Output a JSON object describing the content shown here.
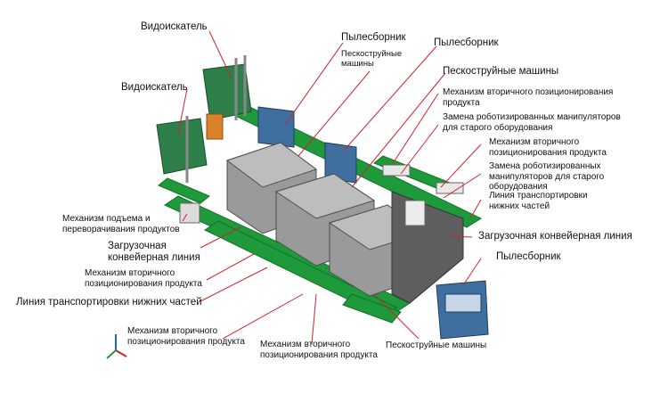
{
  "diagram": {
    "labels": {
      "video_top": "Видоискатель",
      "video_left": "Видоискатель",
      "dust_top_center": "Пылесборник",
      "dust_top_right": "Пылесборник",
      "dust_right": "Пылесборник",
      "sandblast_small": "Пескоструйные\nмашины",
      "sandblast_right": "Пескоструйные машины",
      "secondary_pos_1": "Механизм вторичного позиционирования\nпродукта",
      "robot_replace_1": "Замена роботизированных манипуляторов\nдля старого оборудования",
      "secondary_pos_2": "Механизм вторичного\nпозиционирования продукта",
      "robot_replace_2": "Замена роботизированных\nманипуляторов для старого\nоборудования",
      "bottom_transport_right": "Линия транспортировки\nнижних частей",
      "loading_conveyor_right": "Загрузочная конвейерная линия",
      "lift_flip": "Механизм подъема и\nпереворачивания продуктов",
      "loading_conveyor_left": "Загрузочная\nконвейерная линия",
      "secondary_pos_left": "Механизм вторичного\nпозиционирования продукта",
      "bottom_transport_left": "Линия транспортировки нижних частей",
      "secondary_pos_bottom_left": "Механизм вторичного\nпозиционирования продукта",
      "secondary_pos_bottom_center": "Механизм вторичного\nпозиционирования продукта",
      "sandblast_bottom": "Пескоструйные машины"
    },
    "colors": {
      "conveyor": "#1f9a3a",
      "conveyor_dark": "#12702a",
      "machine": "#9a9a9a",
      "machine_dark": "#5e5e5e",
      "cabinet": "#3f6f9f",
      "leader": "#d4202a",
      "orange_robot": "#d9822b"
    }
  }
}
